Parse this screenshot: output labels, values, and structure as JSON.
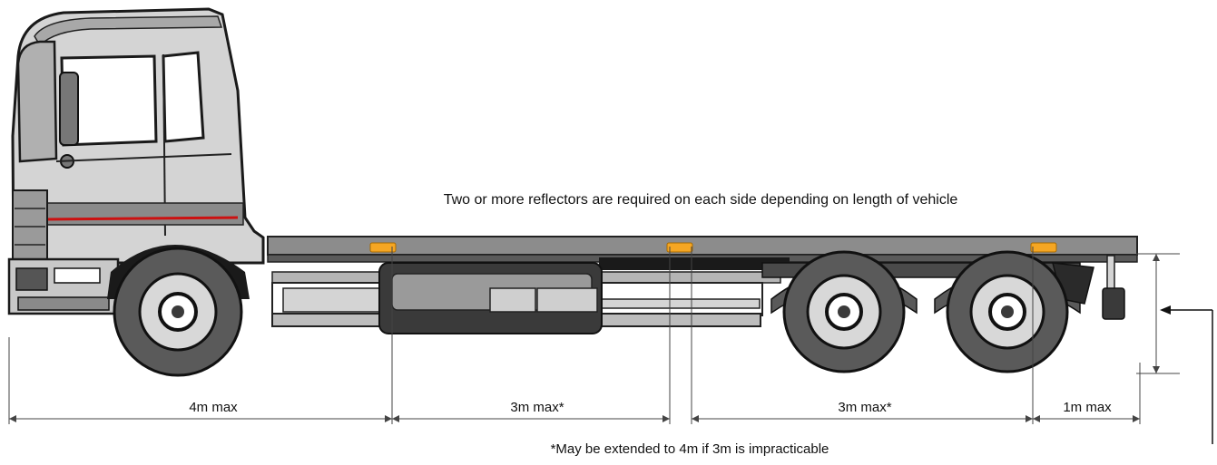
{
  "heading_note": "Two or more reflectors are required on each side depending on length of vehicle",
  "dimensions": {
    "front": "4m max",
    "mid_left": "3m max*",
    "mid_right": "3m max*",
    "rear": "1m max"
  },
  "footnote": "*May be extended to 4m if 3m is impracticable",
  "colors": {
    "reflector": "#f5a623",
    "stripe": "#cc1111",
    "body": "#d4d4d4",
    "dark": "#3a3a3a",
    "line": "#444444"
  }
}
